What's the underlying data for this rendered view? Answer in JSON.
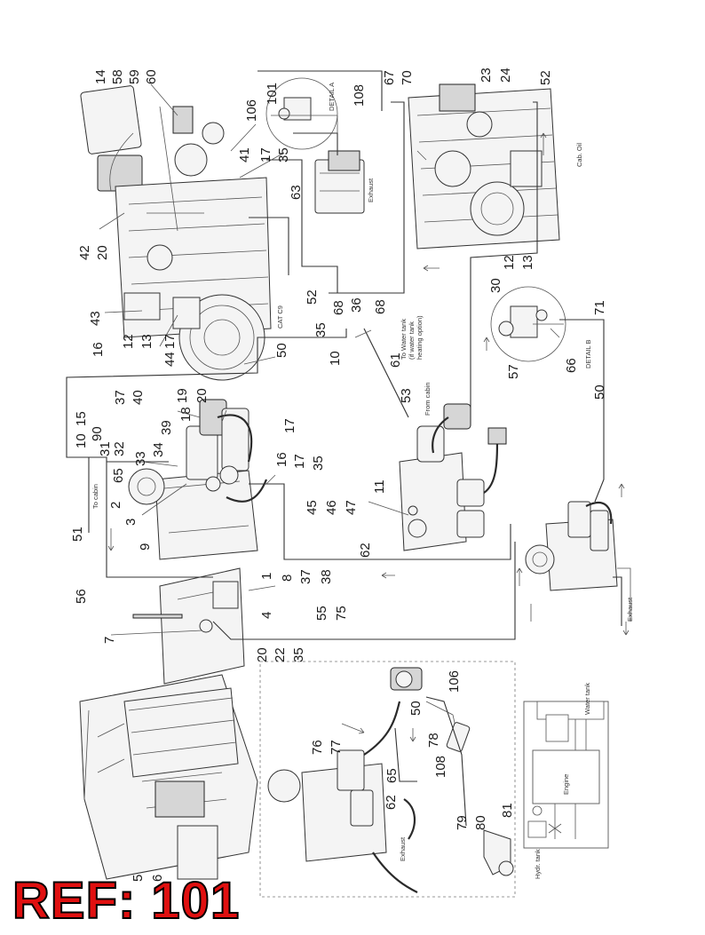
{
  "ref": {
    "label": "REF: 101"
  },
  "callouts": {
    "c14": "14",
    "c58": "58",
    "c59": "59",
    "c60": "60",
    "c106a": "106",
    "c101a": "101",
    "c108a": "108",
    "c41": "41",
    "c17a": "17",
    "c35a": "35",
    "c67": "67",
    "c70": "70",
    "c23": "23",
    "c24": "24",
    "c52a": "52",
    "c42": "42",
    "c20a": "20",
    "c63": "63",
    "c43": "43",
    "c16a": "16",
    "c12a": "12",
    "c13a": "13",
    "c44": "44",
    "c17b": "17",
    "c52b": "52",
    "c68a": "68",
    "c36": "36",
    "c68b": "68",
    "c35b": "35",
    "c10a": "10",
    "c50a": "50",
    "c61": "61",
    "c53": "53",
    "c12b": "12",
    "c13b": "13",
    "c30": "30",
    "c71": "71",
    "c57": "57",
    "c66": "66",
    "c50b": "50",
    "c15": "15",
    "c90": "90",
    "c37a": "37",
    "c40": "40",
    "c39": "39",
    "c19": "19",
    "c18": "18",
    "c20b": "20",
    "c10b": "10",
    "c31": "31",
    "c32": "32",
    "c33": "33",
    "c34": "34",
    "c65a": "65",
    "c17c": "17",
    "c16b": "16",
    "c17d": "17",
    "c35c": "35",
    "c2": "2",
    "c3": "3",
    "c9": "9",
    "c51": "51",
    "c11": "11",
    "c45": "45",
    "c46": "46",
    "c47": "47",
    "c62a": "62",
    "c1": "1",
    "c8": "8",
    "c37b": "37",
    "c38": "38",
    "c56": "56",
    "c4": "4",
    "c55": "55",
    "c75": "75",
    "c7": "7",
    "c20c": "20",
    "c22": "22",
    "c35d": "35",
    "c106b": "106",
    "c50c": "50",
    "c78": "78",
    "c76": "76",
    "c77": "77",
    "c65b": "65",
    "c108b": "108",
    "c62b": "62",
    "c79": "79",
    "c80": "80",
    "c81": "81",
    "c5": "5",
    "c6": "6"
  },
  "notes": {
    "detail_a": "DETAIL A",
    "detail_b": "DETAIL B",
    "exhaust_a": "Exhaust",
    "exhaust_b": "Exhaust",
    "exhaust_c": "Exhaust",
    "cat_c9": "CAT C9",
    "to_water_tank": "To Water tank",
    "if_water_tank": "(if water tank",
    "heating_option": "heating option)",
    "from_cabin": "From cabin",
    "to_cabin": "To cabin",
    "water_tank": "Water tank",
    "hydr_tank": "Hydr. tank",
    "engine": "Engine",
    "cab_oil": "Cab. Oil"
  }
}
